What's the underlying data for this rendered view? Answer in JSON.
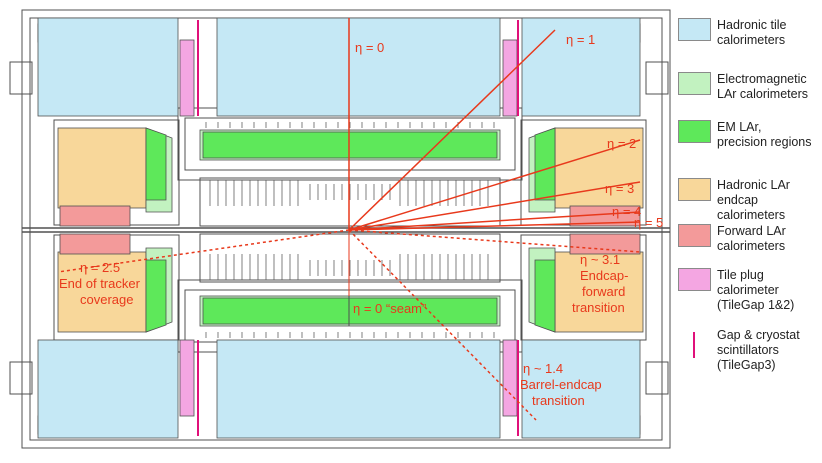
{
  "colors": {
    "hadronic_tile": "#c5e8f5",
    "em_lar": "#c2f2c0",
    "em_lar_precision": "#5ee85a",
    "hadronic_lar_endcap": "#f8d79a",
    "forward_lar": "#f39a9a",
    "tile_plug": "#f4a6e2",
    "gap_scintillator": "#e0107a",
    "annotation": "#e8391c",
    "structure": "#505050"
  },
  "eta_labels": {
    "eta0": "η = 0",
    "eta1": "η = 1",
    "eta2": "η = 2",
    "eta3": "η = 3",
    "eta4": "η = 4",
    "eta5": "η = 5"
  },
  "annotations": {
    "tracker_eta": "η = 2.5",
    "tracker_line1": "End of tracker",
    "tracker_line2": "coverage",
    "endcap_fwd_eta": "η ~ 3.1",
    "endcap_fwd_line1": "Endcap-",
    "endcap_fwd_line2": "forward",
    "endcap_fwd_line3": "transition",
    "barrel_endcap_eta": "η ~ 1.4",
    "barrel_endcap_line1": "Barrel-endcap",
    "barrel_endcap_line2": "transition",
    "seam": "η = 0 “seam”"
  },
  "legend": {
    "items": [
      {
        "label": "Hadronic tile\ncalorimeters",
        "color_key": "hadronic_tile"
      },
      {
        "label": "Electromagnetic\nLAr calorimeters",
        "color_key": "em_lar"
      },
      {
        "label": "EM LAr,\nprecision regions",
        "color_key": "em_lar_precision"
      },
      {
        "label": "Hadronic LAr\nendcap\ncalorimeters",
        "color_key": "hadronic_lar_endcap"
      },
      {
        "label": "Forward LAr\ncalorimeters",
        "color_key": "forward_lar"
      },
      {
        "label": "Tile plug\ncalorimeter\n(TileGap 1&2)",
        "color_key": "tile_plug"
      },
      {
        "label": "Gap & cryostat\nscintillators\n(TileGap3)",
        "color_key": "gap_scintillator"
      }
    ]
  }
}
